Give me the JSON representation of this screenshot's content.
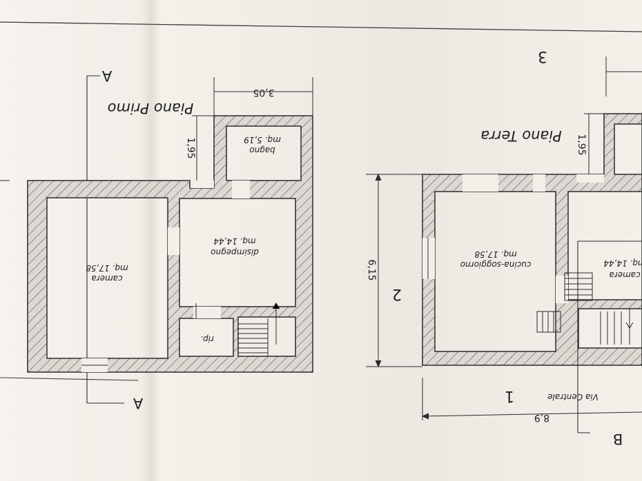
{
  "drawing": {
    "piano_primo": {
      "title": "Piano Primo",
      "width_dim": "3,05",
      "bath_offset_dim": "1,95",
      "rooms": [
        {
          "name": "camera",
          "area": "mq. 17,58"
        },
        {
          "name": "disimpegno",
          "area": "mq. 14,44"
        },
        {
          "name": "bagno",
          "area": "mq. 5,19"
        },
        {
          "name": "rip.",
          "area": ""
        }
      ],
      "section_top": "A",
      "section_bottom": "A"
    },
    "piano_terra": {
      "title": "Piano Terra",
      "bath_offset_dim": "1,95",
      "depth_dim": "6,15",
      "length_dim": "8,9",
      "street": "Via Centrale",
      "rooms": [
        {
          "name": "cucina-soggiorno",
          "area": "mq. 17,58"
        },
        {
          "name": "camera",
          "area": "mq. 14,44"
        }
      ],
      "section_label": "B",
      "side_numbers": [
        "3",
        "2",
        "1"
      ]
    }
  },
  "colors": {
    "paper": "#f3f0ea",
    "line": "#2a2a2a",
    "hatch_fill": "#dcd8d2"
  }
}
